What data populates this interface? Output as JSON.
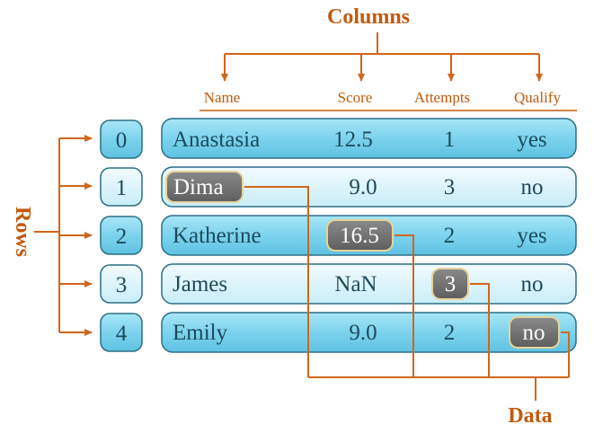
{
  "labels": {
    "columns": "Columns",
    "rows": "Rows",
    "data": "Data"
  },
  "colors": {
    "accent": "#c25a0c",
    "row_dark": "#7fd3ec",
    "row_light": "#d7f2fb",
    "border": "#2c6f86",
    "highlight": "#707070"
  },
  "headers": [
    "Name",
    "Score",
    "Attempts",
    "Qualify"
  ],
  "index": [
    "0",
    "1",
    "2",
    "3",
    "4"
  ],
  "rows": [
    {
      "name": "Anastasia",
      "score": "12.5",
      "attempts": "1",
      "qualify": "yes"
    },
    {
      "name": "Dima",
      "score": "9.0",
      "attempts": "3",
      "qualify": "no"
    },
    {
      "name": "Katherine",
      "score": "16.5",
      "attempts": "2",
      "qualify": "yes"
    },
    {
      "name": "James",
      "score": "NaN",
      "attempts": "3",
      "qualify": "no"
    },
    {
      "name": "Emily",
      "score": "9.0",
      "attempts": "2",
      "qualify": "no"
    }
  ]
}
